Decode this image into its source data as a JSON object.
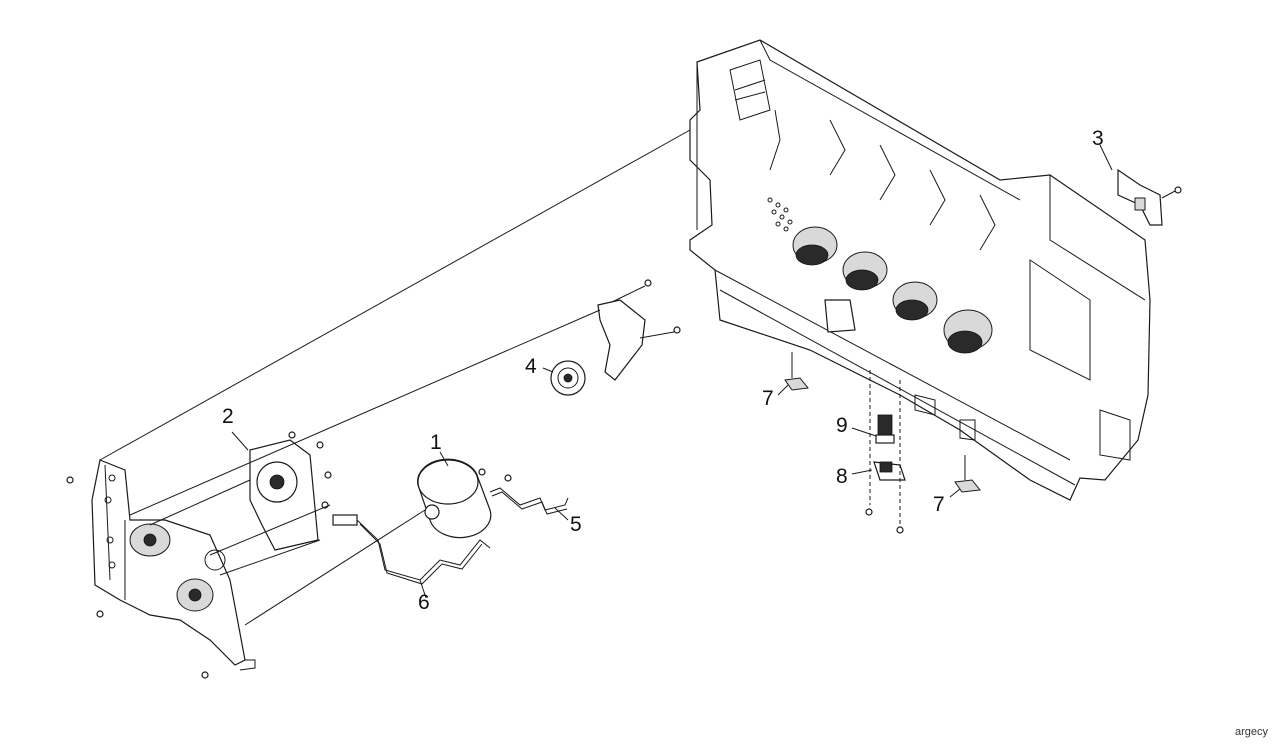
{
  "callouts": {
    "c1": "1",
    "c2": "2",
    "c3": "3",
    "c4": "4",
    "c5": "5",
    "c6": "6",
    "c7a": "7",
    "c7b": "7",
    "c8": "8",
    "c9": "9"
  },
  "watermark": "argecy"
}
